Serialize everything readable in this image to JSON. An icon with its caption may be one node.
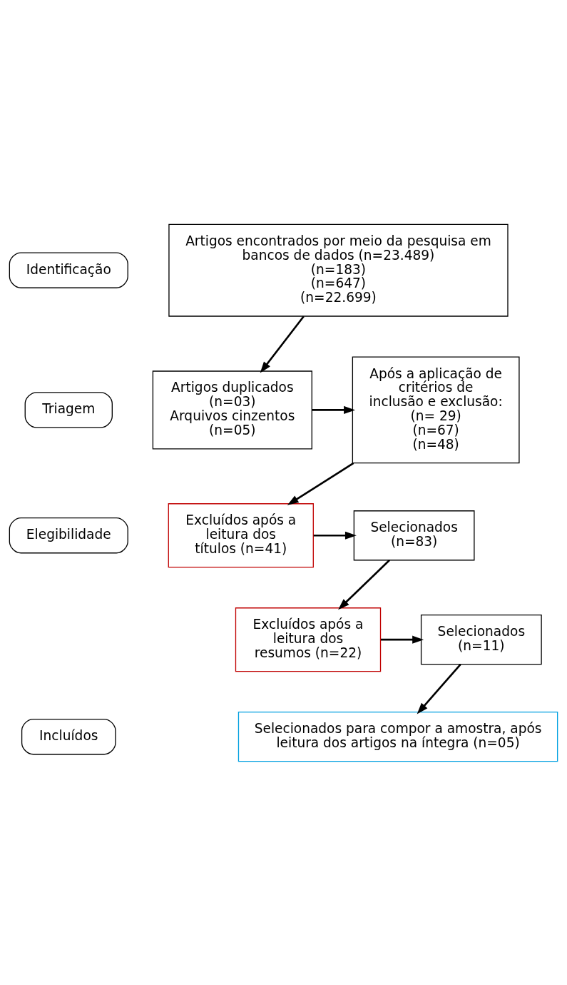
{
  "diagram": {
    "nodes": [
      {
        "text": [
          "Identificação"
        ]
      },
      {
        "text": [
          "Artigos encontrados por meio da pesquisa em bancos de dados (n=23.489)",
          "(n=183)",
          "(n=647)",
          "(n=22.699)"
        ]
      },
      {
        "text": [
          "Triagem"
        ]
      },
      {
        "text": [
          "Artigos duplicados (n=03)",
          "Arquivos cinzentos (n=05)"
        ]
      },
      {
        "text": [
          "Após a aplicação de critérios de inclusão e exclusão:",
          "(n= 29)",
          "(n=67)",
          "(n=48)"
        ]
      },
      {
        "text": [
          "Elegibilidade"
        ]
      },
      {
        "text": [
          "Selecionados (n=83)"
        ]
      },
      {
        "text": [
          "Excluídos após a leitura dos títulos (n=41)"
        ]
      },
      {
        "text": [
          "Excluídos após a leitura dos resumos (n=22)"
        ]
      },
      {
        "text": [
          "Selecionados (n=11)"
        ]
      },
      {
        "text": [
          "Incluídos"
        ]
      },
      {
        "text": [
          "Selecionados para compor a amostra, após leitura dos artigos na íntegra (n=05)"
        ]
      }
    ],
    "edges": [
      {
        "from": 1,
        "to": 3,
        "arrow": "to"
      },
      {
        "from": 3,
        "to": 4,
        "arrow": "to"
      },
      {
        "from": 4,
        "to": 7,
        "arrow": "to"
      },
      {
        "from": 7,
        "to": 6,
        "arrow": "to"
      },
      {
        "from": 6,
        "to": 8,
        "arrow": "to"
      },
      {
        "from": 8,
        "to": 9,
        "arrow": "to"
      },
      {
        "from": 9,
        "to": 11,
        "arrow": "to"
      }
    ]
  }
}
